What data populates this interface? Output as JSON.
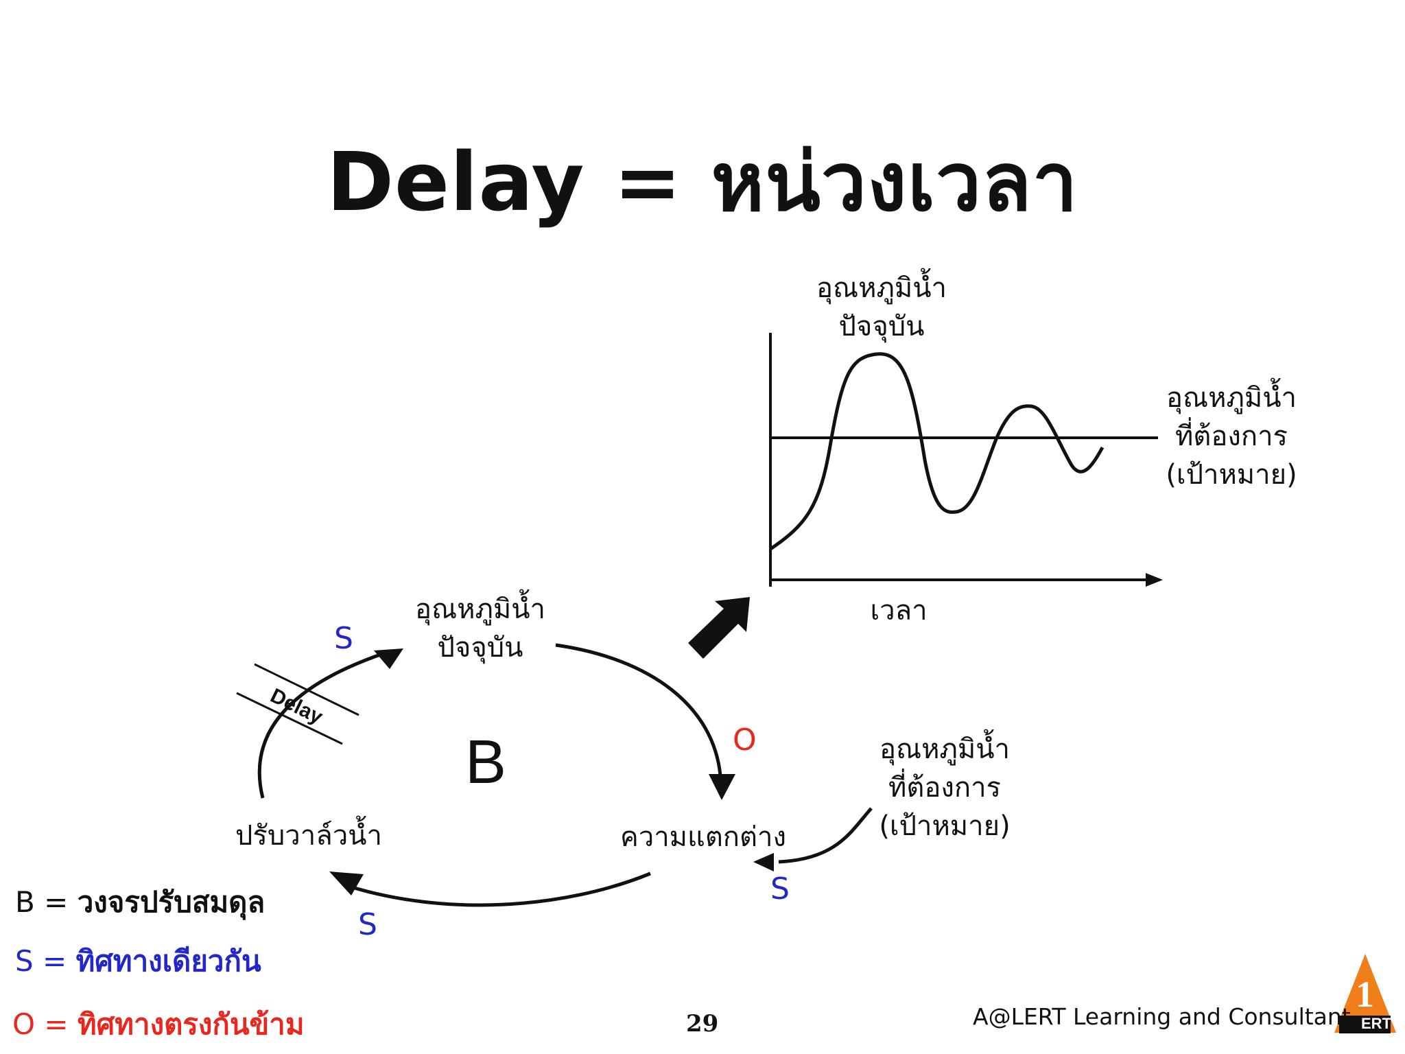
{
  "title": "Delay = หน่วงเวลา",
  "chart": {
    "y_label_line1": "อุณหภูมิน้ำ",
    "y_label_line2": "ปัจจุบัน",
    "target_line1": "อุณหภูมิน้ำ",
    "target_line2": "ที่ต้องการ",
    "target_line3": "(เป้าหมาย)",
    "x_label": "เวลา"
  },
  "loop": {
    "node_current_line1": "อุณหภูมิน้ำ",
    "node_current_line2": "ปัจจุบัน",
    "node_valve": "ปรับวาล์วน้ำ",
    "node_gap": "ความแตกต่าง",
    "node_target_line1": "อุณหภูมิน้ำ",
    "node_target_line2": "ที่ต้องการ",
    "node_target_line3": "(เป้าหมาย)",
    "loop_type": "B",
    "delay_label": "Delay",
    "polarity_valve_to_current": "S",
    "polarity_current_to_gap": "O",
    "polarity_target_to_gap": "S",
    "polarity_gap_to_valve": "S"
  },
  "legend": {
    "b_key": "B = ",
    "b_text": "วงจรปรับสมดุล",
    "s_key": "S = ",
    "s_text": "ทิศทางเดียวกัน",
    "o_key": "O = ",
    "o_text": "ทิศทางตรงกันข้าม"
  },
  "page_number": "29",
  "footer_text": "A@LERT Learning and Consultant",
  "logo": {
    "number": "1",
    "text": "ERT"
  },
  "colors": {
    "same_direction": "#2326c8",
    "opposite_direction": "#e8281e",
    "logo_orange": "#f07e1a"
  }
}
